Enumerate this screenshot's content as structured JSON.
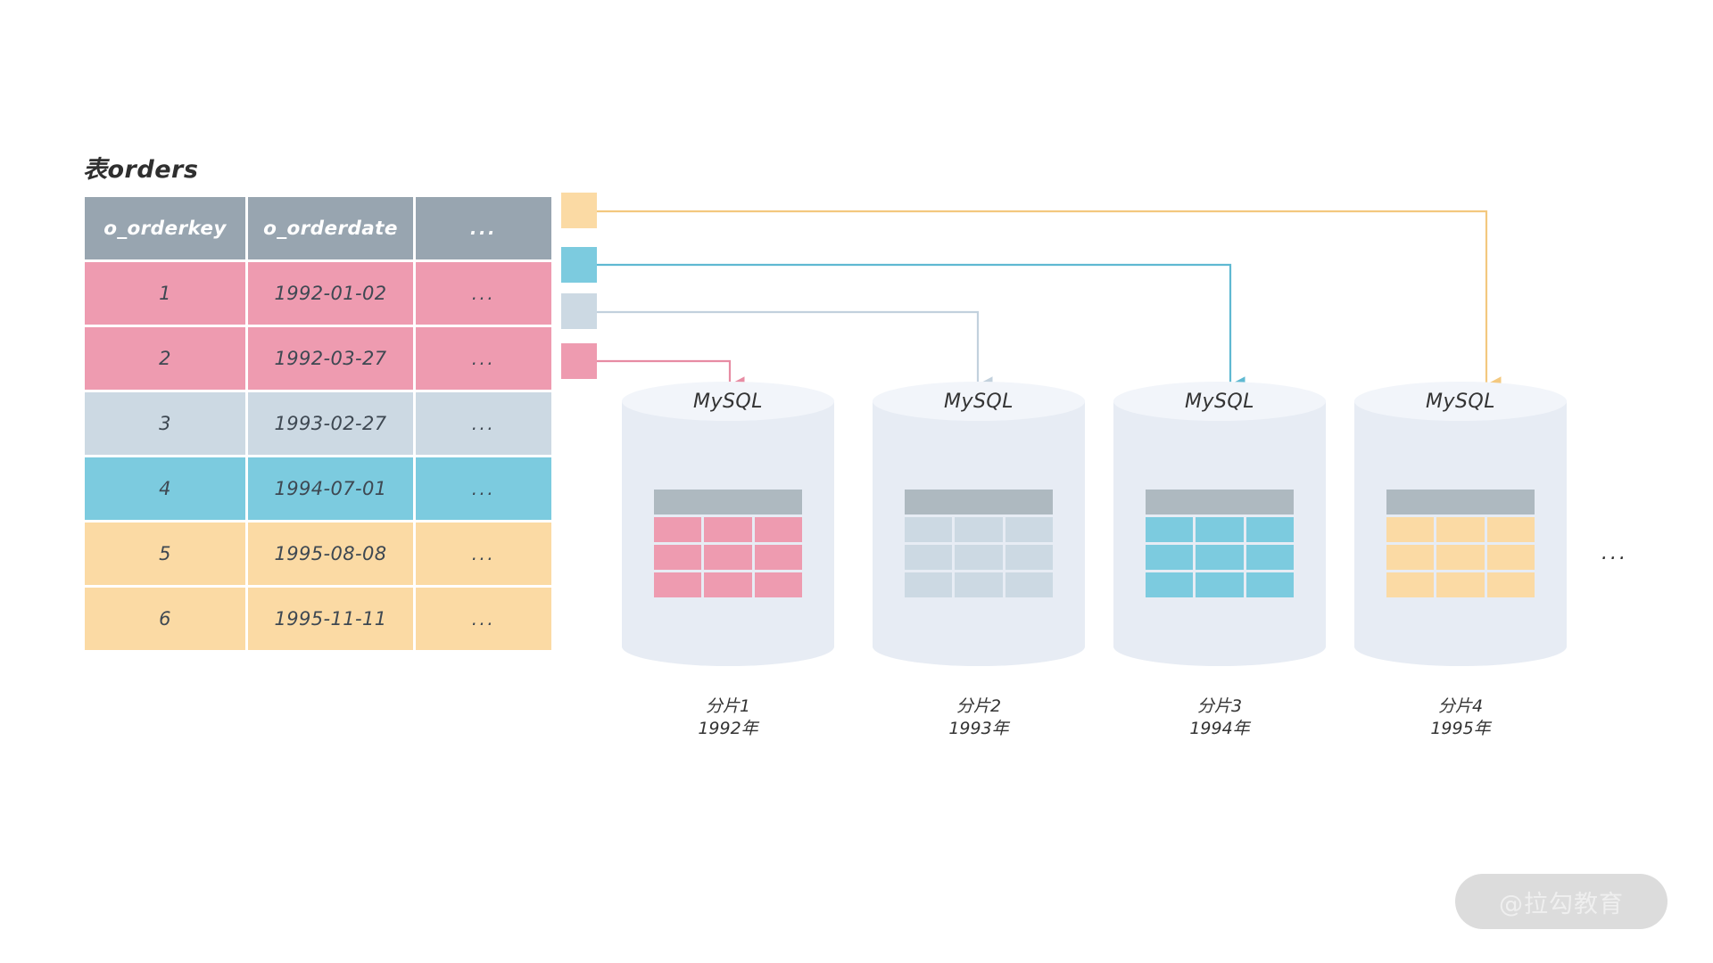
{
  "diagram": {
    "title": "表orders",
    "watermark": "@拉勾教育",
    "more_dots": "...",
    "ellipsis_cell": "...",
    "colors": {
      "header_gray": "#98a5b0",
      "pink": "#ee9bb0",
      "light_gray_blue": "#ccd9e3",
      "cyan": "#7ccbdf",
      "amber": "#fbdaa4",
      "cylinder_body": "#e7ecf4",
      "cylinder_top": "#f2f5fa",
      "mini_header": "#aeb9c0",
      "watermark_bg": "#dcdcdc"
    }
  },
  "source_table": {
    "columns": [
      "o_orderkey",
      "o_orderdate",
      "..."
    ],
    "rows": [
      {
        "o_orderkey": "1",
        "o_orderdate": "1992-01-02",
        "more": "...",
        "color": "pink"
      },
      {
        "o_orderkey": "2",
        "o_orderdate": "1992-03-27",
        "more": "...",
        "color": "pink"
      },
      {
        "o_orderkey": "3",
        "o_orderdate": "1993-02-27",
        "more": "...",
        "color": "gray"
      },
      {
        "o_orderkey": "4",
        "o_orderdate": "1994-07-01",
        "more": "...",
        "color": "blue"
      },
      {
        "o_orderkey": "5",
        "o_orderdate": "1995-08-08",
        "more": "...",
        "color": "amber"
      },
      {
        "o_orderkey": "6",
        "o_orderdate": "1995-11-11",
        "more": "...",
        "color": "amber"
      }
    ]
  },
  "legend_swatches": [
    {
      "name": "amber-swatch",
      "color": "#fbdaa4",
      "routes_to_shard": 4
    },
    {
      "name": "cyan-swatch",
      "color": "#7ccbdf",
      "routes_to_shard": 3
    },
    {
      "name": "gray-swatch",
      "color": "#ccd9e3",
      "routes_to_shard": 2
    },
    {
      "name": "pink-swatch",
      "color": "#ee9bb0",
      "routes_to_shard": 1
    }
  ],
  "shards": [
    {
      "db_label": "MySQL",
      "caption": "分片1\n1992年",
      "row_color": "pink"
    },
    {
      "db_label": "MySQL",
      "caption": "分片2\n1993年",
      "row_color": "gray"
    },
    {
      "db_label": "MySQL",
      "caption": "分片3\n1994年",
      "row_color": "blue"
    },
    {
      "db_label": "MySQL",
      "caption": "分片4\n1995年",
      "row_color": "amber"
    }
  ]
}
